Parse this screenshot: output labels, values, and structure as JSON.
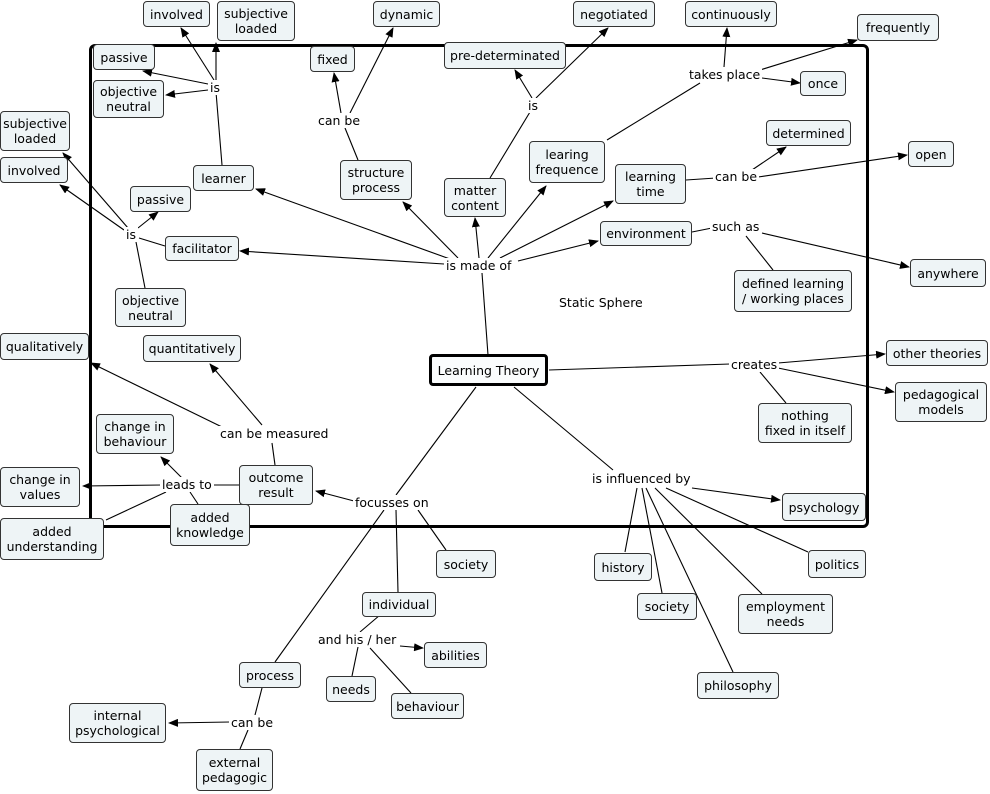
{
  "diagram": {
    "center": "Learning Theory",
    "region_label": "Static Sphere",
    "nodes": {
      "involved_top": "involved",
      "subjective_top": "subjective\nloaded",
      "passive_top": "passive",
      "objective_top": "objective\nneutral",
      "learner": "learner",
      "fixed": "fixed",
      "dynamic": "dynamic",
      "structure_process": "structure\nprocess",
      "predeterminated": "pre-determinated",
      "negotiated": "negotiated",
      "matter_content": "matter\ncontent",
      "learing_frequence": "learing\nfrequence",
      "continuously": "continuously",
      "frequently": "frequently",
      "once": "once",
      "determined": "determined",
      "open": "open",
      "learning_time": "learning\ntime",
      "subjective_left": "subjective\nloaded",
      "involved_left": "involved",
      "passive_mid": "passive",
      "facilitator": "facilitator",
      "objective_mid": "objective\nneutral",
      "environment": "environment",
      "defined_places": "defined learning\n/ working places",
      "anywhere": "anywhere",
      "qualitatively": "qualitatively",
      "quantitatively": "quantitatively",
      "other_theories": "other theories",
      "pedagogical_models": "pedagogical\nmodels",
      "nothing_fixed": "nothing\nfixed in itself",
      "change_behaviour": "change in\nbehaviour",
      "change_values": "change in\nvalues",
      "outcome_result": "outcome\nresult",
      "added_knowledge": "added\nknowledge",
      "added_understanding": "added\nunderstanding",
      "psychology": "psychology",
      "society_focus": "society",
      "individual": "individual",
      "abilities": "abilities",
      "needs": "needs",
      "behaviour": "behaviour",
      "process": "process",
      "internal": "internal\npsychological",
      "external": "external\npedagogic",
      "history": "history",
      "society_infl": "society",
      "politics": "politics",
      "employment": "employment\nneeds",
      "philosophy": "philosophy"
    },
    "links": {
      "is_top": "is",
      "can_be_top": "can be",
      "is_mid": "is",
      "takes_place": "takes place",
      "can_be_time": "can be",
      "is_left": "is",
      "is_made_of": "is made of",
      "such_as": "such as",
      "creates": "creates",
      "can_be_measured": "can be measured",
      "leads_to": "leads to",
      "focusses_on": "focusses on",
      "is_influenced_by": "is influenced by",
      "and_his_her": "and his / her",
      "can_be_process": "can be"
    }
  }
}
